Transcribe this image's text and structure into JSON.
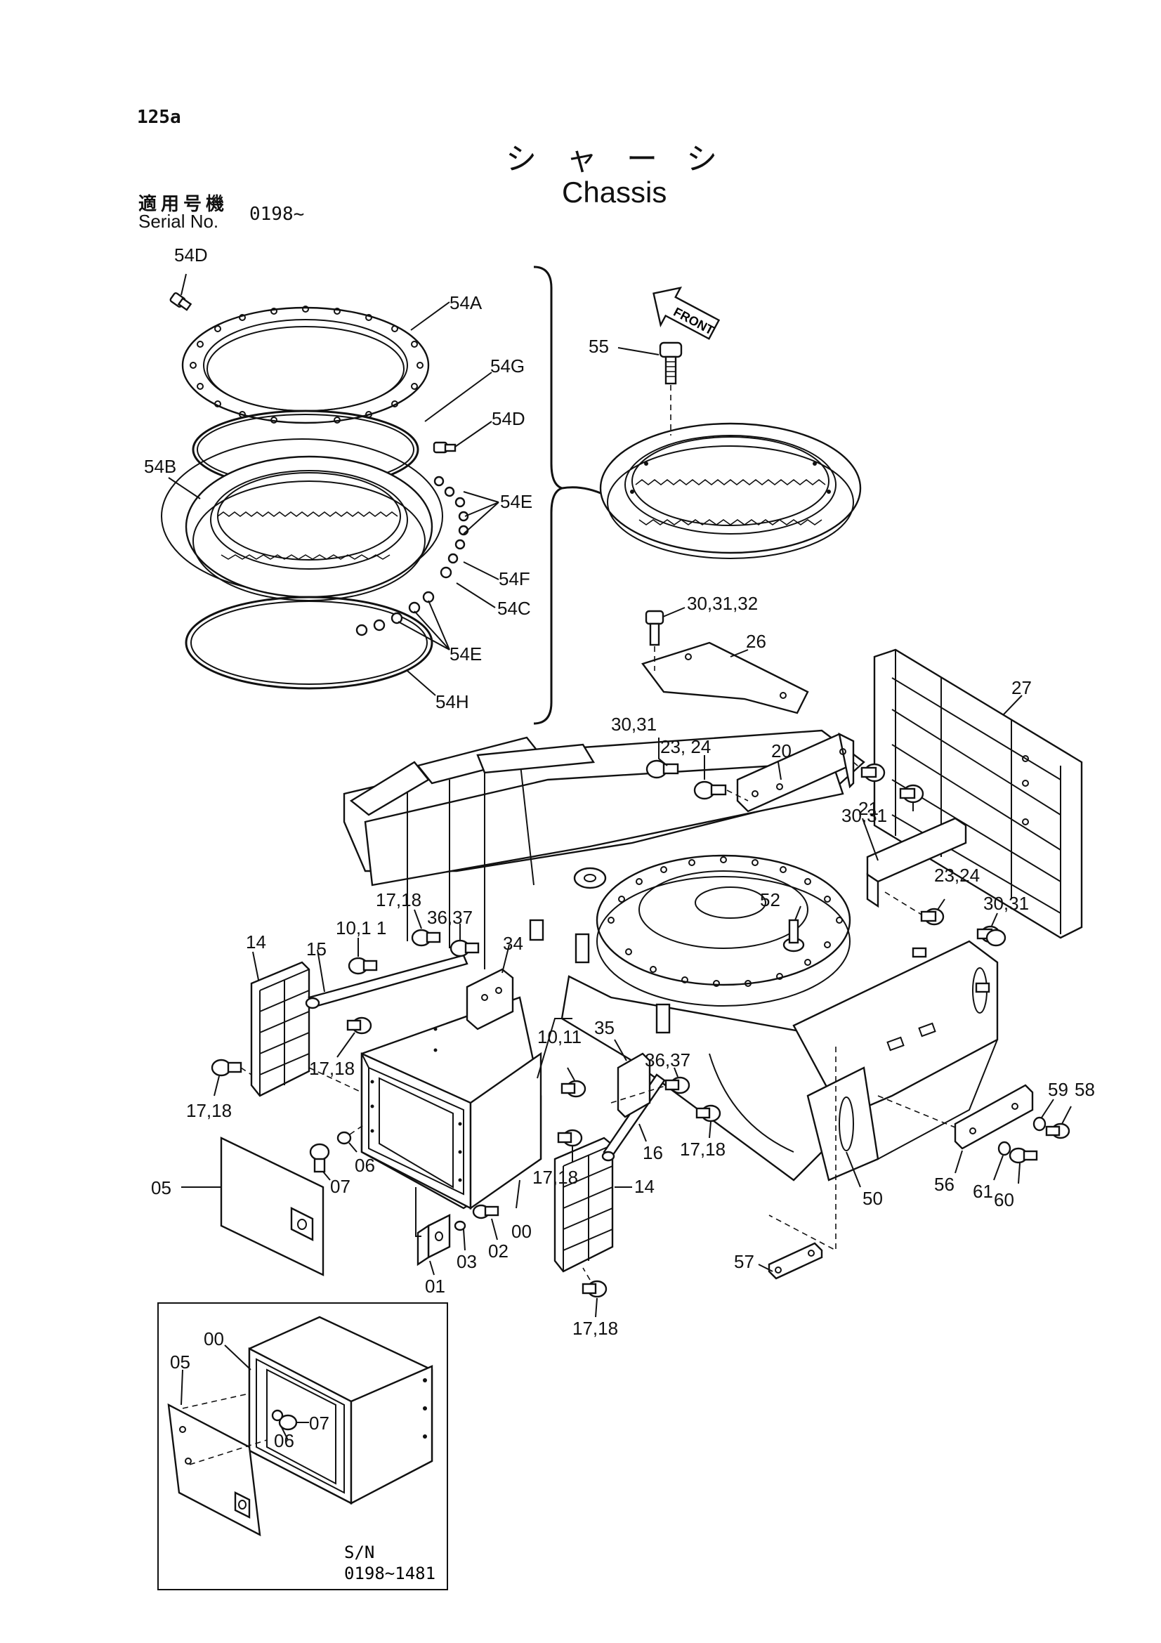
{
  "page": {
    "number": "125a",
    "title_jp": "シャーシ",
    "title_en": "Chassis",
    "serial_label_jp": "適用号機",
    "serial_label_en": "Serial No.",
    "serial_value": "0198~"
  },
  "front_arrow_label": "FRONT",
  "inset": {
    "sn_label": "S/N",
    "sn_range": "0198~1481"
  },
  "callouts": [
    {
      "id": "c-54d-top",
      "text": "54D"
    },
    {
      "id": "c-54a",
      "text": "54A"
    },
    {
      "id": "c-54g",
      "text": "54G"
    },
    {
      "id": "c-54d-mid",
      "text": "54D"
    },
    {
      "id": "c-54b",
      "text": "54B"
    },
    {
      "id": "c-54e-top",
      "text": "54E"
    },
    {
      "id": "c-54f",
      "text": "54F"
    },
    {
      "id": "c-54c",
      "text": "54C"
    },
    {
      "id": "c-54e-bot",
      "text": "54E"
    },
    {
      "id": "c-54h",
      "text": "54H"
    },
    {
      "id": "c-55",
      "text": "55"
    },
    {
      "id": "c-30-31-32",
      "text": "30,31,32"
    },
    {
      "id": "c-26",
      "text": "26"
    },
    {
      "id": "c-27",
      "text": "27"
    },
    {
      "id": "c-30-31-a",
      "text": "30,31"
    },
    {
      "id": "c-23-24-a",
      "text": "23, 24"
    },
    {
      "id": "c-20",
      "text": "20"
    },
    {
      "id": "c-30-31-b",
      "text": "30,31"
    },
    {
      "id": "c-21",
      "text": "21"
    },
    {
      "id": "c-23-24-b",
      "text": "23,24"
    },
    {
      "id": "c-30-31-c",
      "text": "30,31"
    },
    {
      "id": "c-52",
      "text": "52"
    },
    {
      "id": "c-17-18-a",
      "text": "17,18"
    },
    {
      "id": "c-36-37-a",
      "text": "36,37"
    },
    {
      "id": "c-10-11-a",
      "text": "10,1 1"
    },
    {
      "id": "c-34",
      "text": "34"
    },
    {
      "id": "c-14-a",
      "text": "14"
    },
    {
      "id": "c-15",
      "text": "15"
    },
    {
      "id": "c-17-18-b",
      "text": "17,18"
    },
    {
      "id": "c-17-18-c",
      "text": "17,18"
    },
    {
      "id": "c-10-11-b",
      "text": "10,11"
    },
    {
      "id": "c-35",
      "text": "35"
    },
    {
      "id": "c-36-37-b",
      "text": "36,37"
    },
    {
      "id": "c-17-18-d",
      "text": "17,18"
    },
    {
      "id": "c-16",
      "text": "16"
    },
    {
      "id": "c-17-18-e",
      "text": "17,18"
    },
    {
      "id": "c-14-b",
      "text": "14"
    },
    {
      "id": "c-05",
      "text": "05"
    },
    {
      "id": "c-07",
      "text": "07"
    },
    {
      "id": "c-06",
      "text": "06"
    },
    {
      "id": "c-00",
      "text": "00"
    },
    {
      "id": "c-01",
      "text": "01"
    },
    {
      "id": "c-03",
      "text": "03"
    },
    {
      "id": "c-02",
      "text": "02"
    },
    {
      "id": "c-17-18-f",
      "text": "17,18"
    },
    {
      "id": "c-50",
      "text": "50"
    },
    {
      "id": "c-57",
      "text": "57"
    },
    {
      "id": "c-56",
      "text": "56"
    },
    {
      "id": "c-61",
      "text": "61"
    },
    {
      "id": "c-60",
      "text": "60"
    },
    {
      "id": "c-59",
      "text": "59"
    },
    {
      "id": "c-58",
      "text": "58"
    },
    {
      "id": "c-inset-00",
      "text": "00"
    },
    {
      "id": "c-inset-05",
      "text": "05"
    },
    {
      "id": "c-inset-07",
      "text": "07"
    },
    {
      "id": "c-inset-06",
      "text": "06"
    }
  ]
}
